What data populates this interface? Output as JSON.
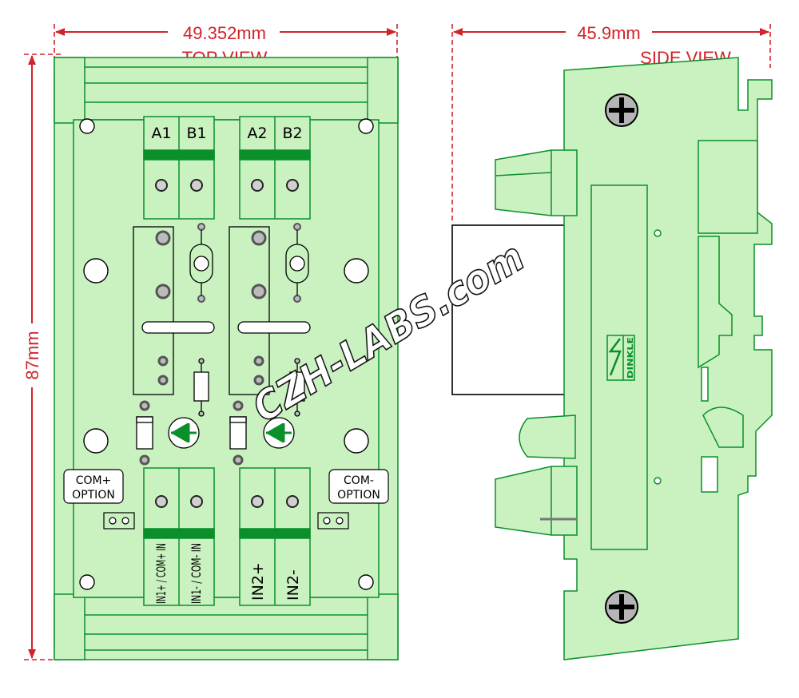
{
  "dimensions": {
    "top_width": "49.352mm",
    "height": "87mm",
    "side_width": "45.9mm"
  },
  "views": {
    "top": "TOP VIEW",
    "side": "SIDE VIEW"
  },
  "terminals_top": [
    "A1",
    "B1",
    "A2",
    "B2"
  ],
  "terminals_bottom": [
    "IN1+ / COM+ IN",
    "IN1- / COM- IN",
    "IN2+",
    "IN2-"
  ],
  "options": {
    "left": [
      "COM+",
      "OPTION"
    ],
    "right": [
      "COM-",
      "OPTION"
    ]
  },
  "brand_mark": "DINKLE",
  "watermark": "CZH-LABS.com",
  "colors": {
    "pcb_green": "#c9f2c0",
    "outline": "#0a8f2a",
    "dimension": "#d2232a",
    "terminal_bar": "#0a8f2a"
  }
}
